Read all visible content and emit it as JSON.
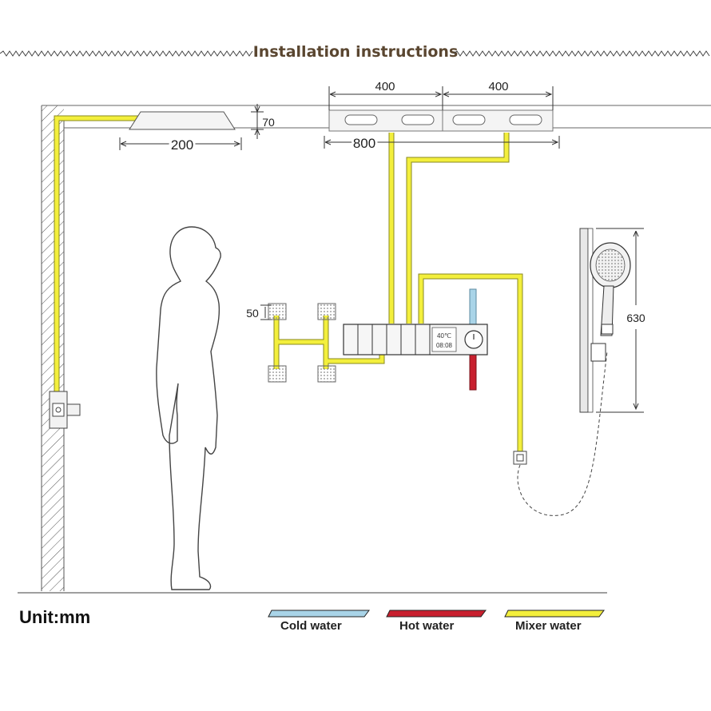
{
  "title": "Installation instructions",
  "unit_label": "Unit:mm",
  "dimensions": {
    "panel_width_left": "400",
    "panel_width_right": "400",
    "panel_total": "800",
    "rain_head_length": "200",
    "rain_head_height": "70",
    "body_jet_spacing": "50",
    "slide_bar_height": "630"
  },
  "thermostat_display": {
    "temperature": "40℃",
    "time": "08:08"
  },
  "legend": [
    {
      "label": "Cold water",
      "color": "#a9d4e8"
    },
    {
      "label": "Hot water",
      "color": "#c8202e"
    },
    {
      "label": "Mixer water",
      "color": "#f3ef3c"
    }
  ],
  "colors": {
    "title": "#5a4630",
    "pipe_mixer": "#f3ef3c",
    "pipe_cold": "#a9d4e8",
    "pipe_hot": "#c8202e"
  }
}
